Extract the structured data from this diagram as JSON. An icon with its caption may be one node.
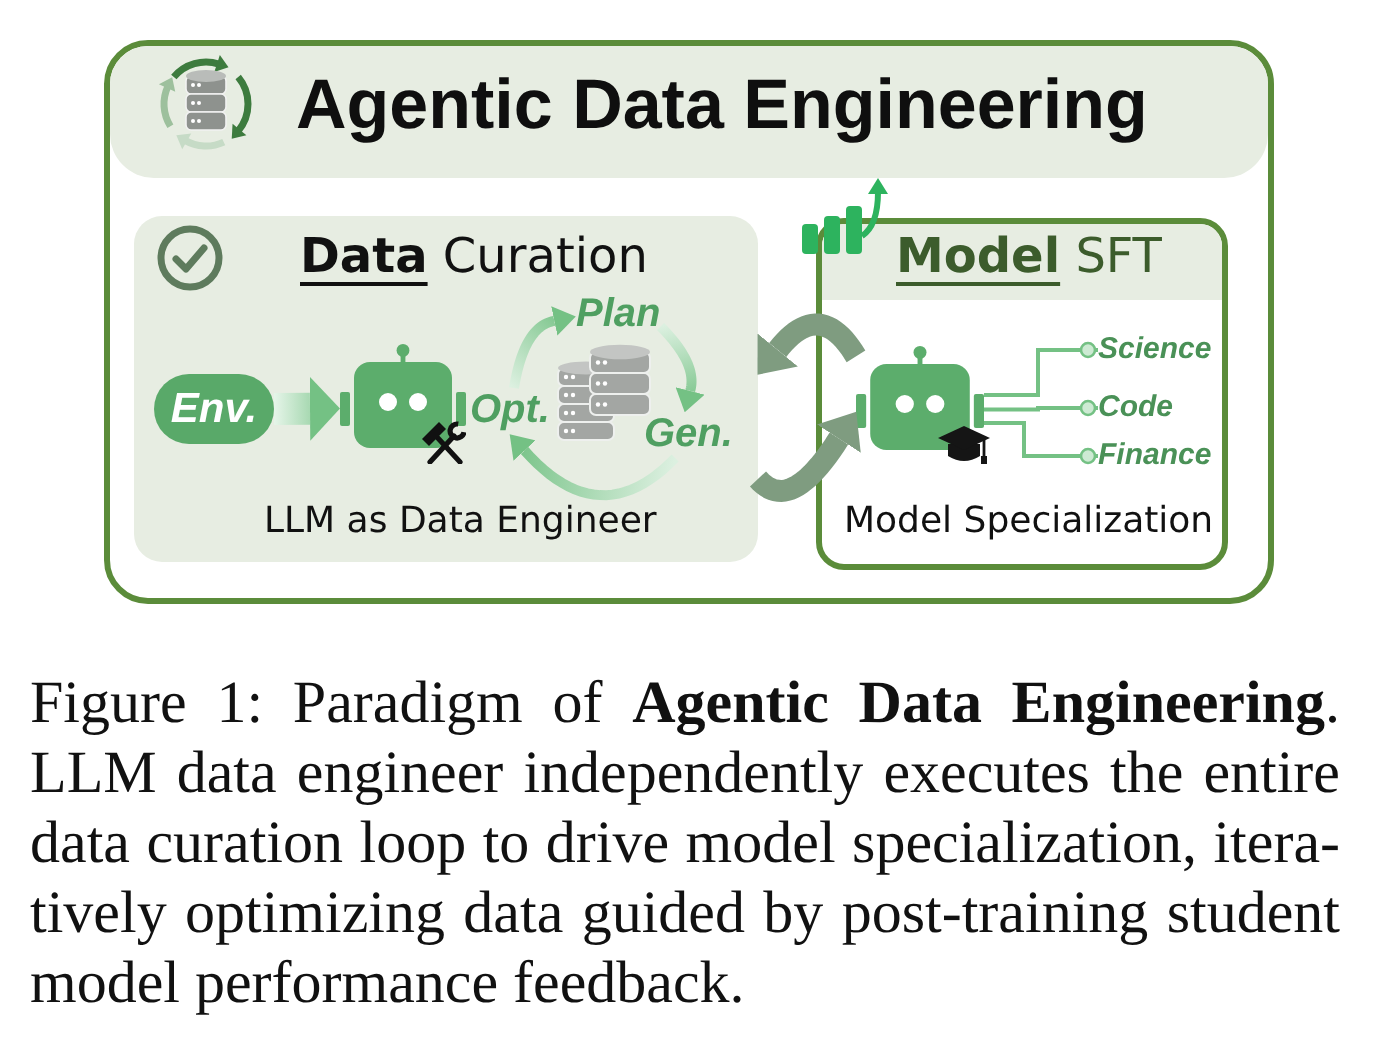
{
  "diagram": {
    "caption": "Figure 1: Paradigm of **Agentic Data Engineering**. LLM data engineer independently executes the entire data curation loop to drive model specialization, itera- tively optimizing data guided by post-training student model performance feedback.",
    "nodes": [
      {
        "text": [
          "Agentic Data Engineering"
        ]
      },
      {
        "text": [
          "**Data** Curation",
          "LLM as Data Engineer"
        ],
        "in": 0
      },
      {
        "text": [
          "Env."
        ],
        "in": 1
      },
      {
        "text": [],
        "shape": "picture",
        "in": 1
      },
      {
        "text": [
          "Plan"
        ],
        "in": 1
      },
      {
        "text": [
          "Opt."
        ],
        "in": 1
      },
      {
        "text": [
          "Gen."
        ],
        "in": 1
      },
      {
        "text": [
          "**Model** SFT",
          "Model Specialization"
        ],
        "in": 0
      },
      {
        "text": [],
        "shape": "picture",
        "in": 7
      },
      {
        "text": [
          "Science"
        ],
        "in": 7
      },
      {
        "text": [
          "Code"
        ],
        "in": 7
      },
      {
        "text": [
          "Finance"
        ],
        "in": 7
      }
    ],
    "edges": [
      {
        "from": 2,
        "to": 3,
        "arrow": "to",
        "style": "thick"
      },
      {
        "from": 5,
        "to": 4,
        "arrow": "to"
      },
      {
        "from": 4,
        "to": 6,
        "arrow": "to"
      },
      {
        "from": 6,
        "to": 5,
        "arrow": "to"
      },
      {
        "from": 1,
        "to": 8,
        "arrow": "to",
        "style": "thick",
        "color": "#7f9c80"
      },
      {
        "from": 8,
        "to": 1,
        "arrow": "to",
        "style": "thick",
        "color": "#7f9c80"
      },
      {
        "from": 8,
        "to": 9,
        "arrow": "other"
      },
      {
        "from": 8,
        "to": 10,
        "arrow": "other"
      },
      {
        "from": 8,
        "to": 11,
        "arrow": "other"
      }
    ]
  }
}
